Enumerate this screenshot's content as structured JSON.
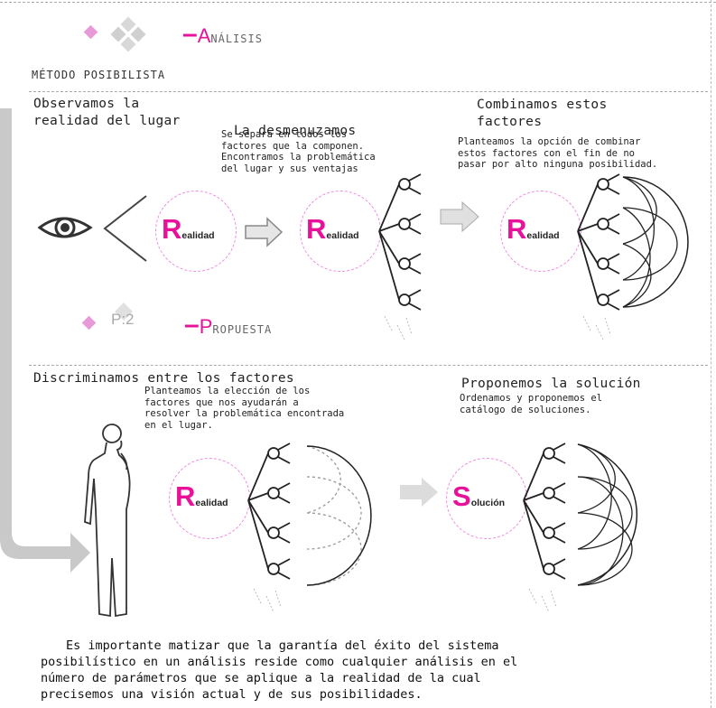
{
  "analisis": {
    "label_initial": "A",
    "label_rest": "NÁLISIS"
  },
  "metodo": "MÉTODO POSIBILISTA",
  "steps": [
    {
      "heading": "Observamos la\nrealidad del lugar",
      "desc": ""
    },
    {
      "heading": "La desmenuzamos",
      "desc": "Se separa en todos los\nfactores que la componen.\nEncontramos la problemática\ndel lugar y sus ventajas"
    },
    {
      "heading": "Combinamos estos\nfactores",
      "desc": "Planteamos la opción de combinar\nestos factores con el fin de no\npasar por alto ninguna posibilidad."
    }
  ],
  "circle_realidad": {
    "initial": "R",
    "rest": "ealidad"
  },
  "circle_solucion": {
    "initial": "S",
    "rest": "olución"
  },
  "propuesta": {
    "code": "P:2",
    "label_initial": "P",
    "label_rest": "ROPUESTA"
  },
  "steps2": [
    {
      "heading": "Discriminamos entre los factores",
      "desc": "Planteamos la elección de los\nfactores que nos ayudarán a\nresolver la problemática encontrada\nen el lugar."
    },
    {
      "heading": "Proponemos la solución",
      "desc": "Ordenamos y proponemos el\ncatálogo de soluciones."
    }
  ],
  "paragraph": "Es importante matizar que la garantía del éxito del sistema\nposibilístico en un análisis reside como cualquier análisis en el\nnúmero de parámetros que se aplique a la realidad de la cual\nprecisemos una visión actual y de sus posibilidades.",
  "colors": {
    "accent": "#e8129a",
    "diamond": "#e89ad8",
    "gray": "#bbbbbb"
  }
}
